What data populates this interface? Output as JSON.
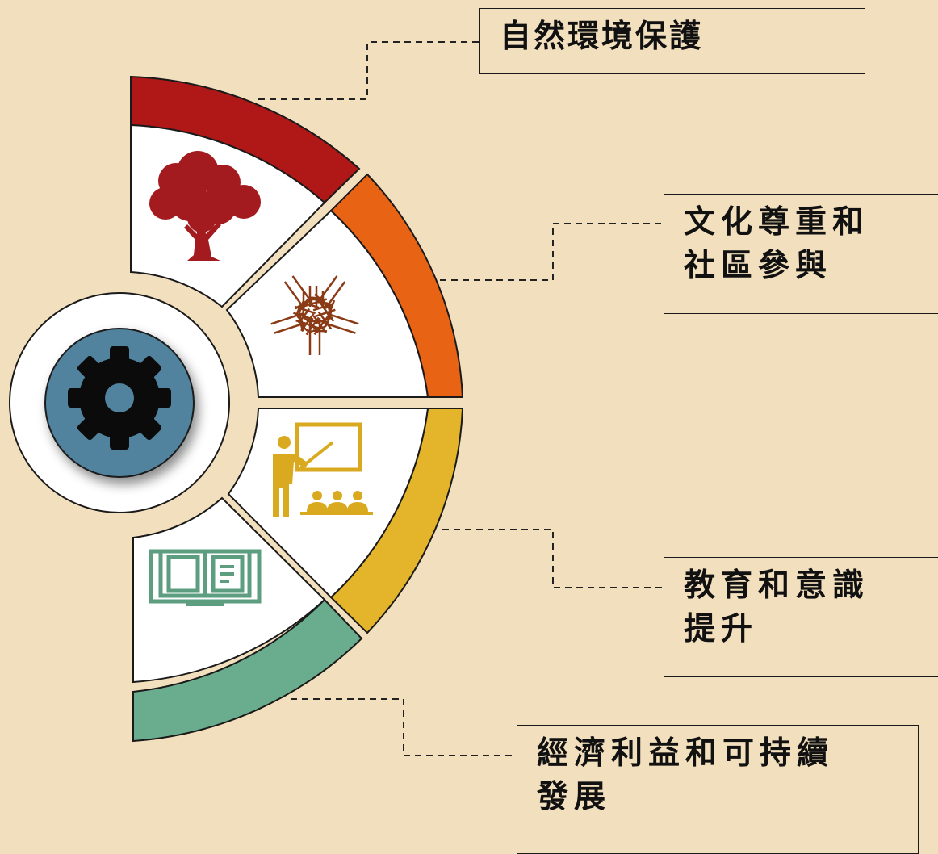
{
  "labels": [
    {
      "key": "nature",
      "text": "自然環境保護"
    },
    {
      "key": "culture",
      "text": "文化尊重和\n社區參與"
    },
    {
      "key": "education",
      "text": "教育和意識\n提升"
    },
    {
      "key": "economy",
      "text": "經濟利益和可持續\n發展"
    }
  ],
  "segments": [
    {
      "key": "nature",
      "color": "#b01717",
      "icon": "tree-icon"
    },
    {
      "key": "culture",
      "color": "#e86414",
      "icon": "hands-together-icon"
    },
    {
      "key": "education",
      "color": "#e4b52a",
      "icon": "teacher-presentation-icon"
    },
    {
      "key": "economy",
      "color": "#6aac8e",
      "icon": "open-book-icon"
    }
  ],
  "center": {
    "icon": "gear-icon",
    "color": "#51839e"
  }
}
